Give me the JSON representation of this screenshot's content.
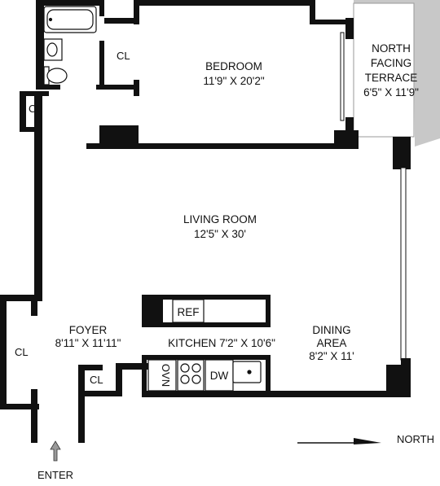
{
  "rooms": {
    "bedroom": {
      "name": "BEDROOM",
      "dims": "11'9\" X 20'2\""
    },
    "terrace": {
      "line1": "NORTH",
      "line2": "FACING",
      "line3": "TERRACE",
      "dims": "6'5\" X 11'9\""
    },
    "living": {
      "name": "LIVING ROOM",
      "dims": "12'5\" X 30'"
    },
    "foyer": {
      "name": "FOYER",
      "dims": "8'11\" X 11'11\""
    },
    "kitchen": {
      "label": "KITCHEN 7'2\" X 10'6\""
    },
    "dining": {
      "line1": "DINING",
      "line2": "AREA",
      "dims": "8'2\" X 11'"
    }
  },
  "closets": {
    "bedroom": "CL",
    "hall": "CL",
    "foyer": "CL",
    "kitchen": "CL"
  },
  "appliances": {
    "refrigerator": "REF",
    "oven": "OVN",
    "dishwasher": "DW"
  },
  "entry": "ENTER",
  "compass": "NORTH",
  "colors": {
    "wall": "#111111",
    "terrace": "#bbbbbb",
    "fill": "#ffffff"
  }
}
